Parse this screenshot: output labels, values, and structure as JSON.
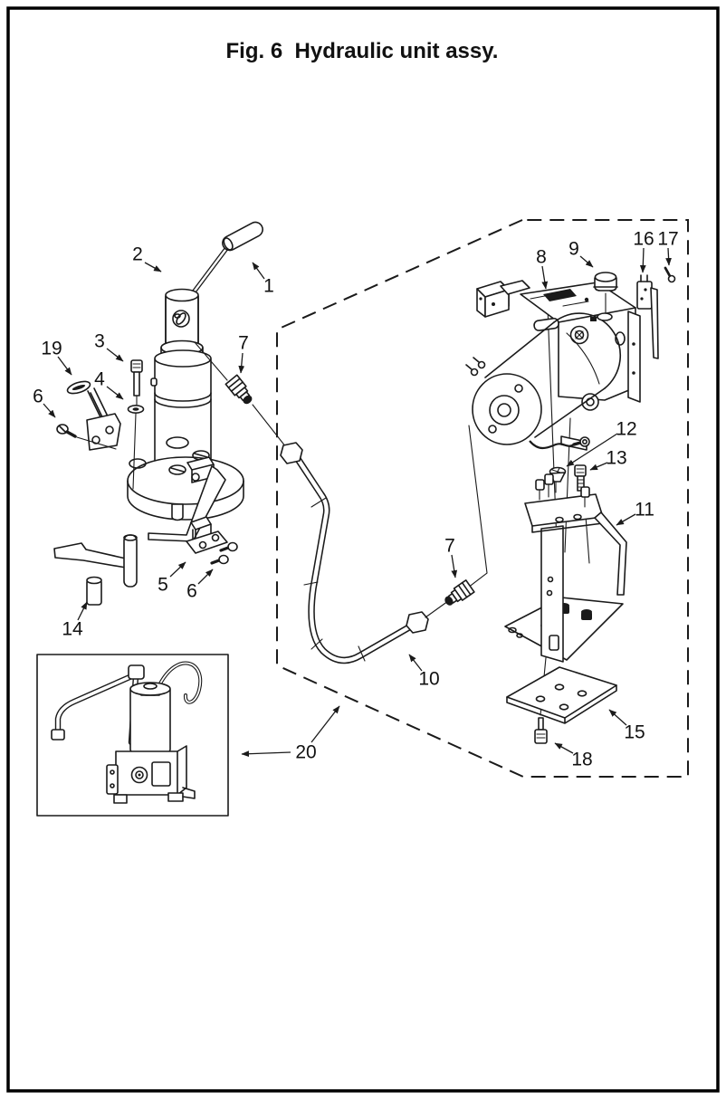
{
  "title": "Fig. 6  Hydraulic unit assy.",
  "figure_number": "6",
  "figure_name": "Hydraulic unit assy.",
  "colors": {
    "line": "#1a1a1a",
    "paper": "#ffffff",
    "border": "#000000"
  },
  "callouts": [
    {
      "part": "1"
    },
    {
      "part": "2"
    },
    {
      "part": "3"
    },
    {
      "part": "4"
    },
    {
      "part": "19"
    },
    {
      "part": "6"
    },
    {
      "part": "7"
    },
    {
      "part": "5"
    },
    {
      "part": "6"
    },
    {
      "part": "14"
    },
    {
      "part": "8"
    },
    {
      "part": "9"
    },
    {
      "part": "16"
    },
    {
      "part": "17"
    },
    {
      "part": "12"
    },
    {
      "part": "13"
    },
    {
      "part": "11"
    },
    {
      "part": "7"
    },
    {
      "part": "10"
    },
    {
      "part": "15"
    },
    {
      "part": "18"
    },
    {
      "part": "20"
    }
  ]
}
